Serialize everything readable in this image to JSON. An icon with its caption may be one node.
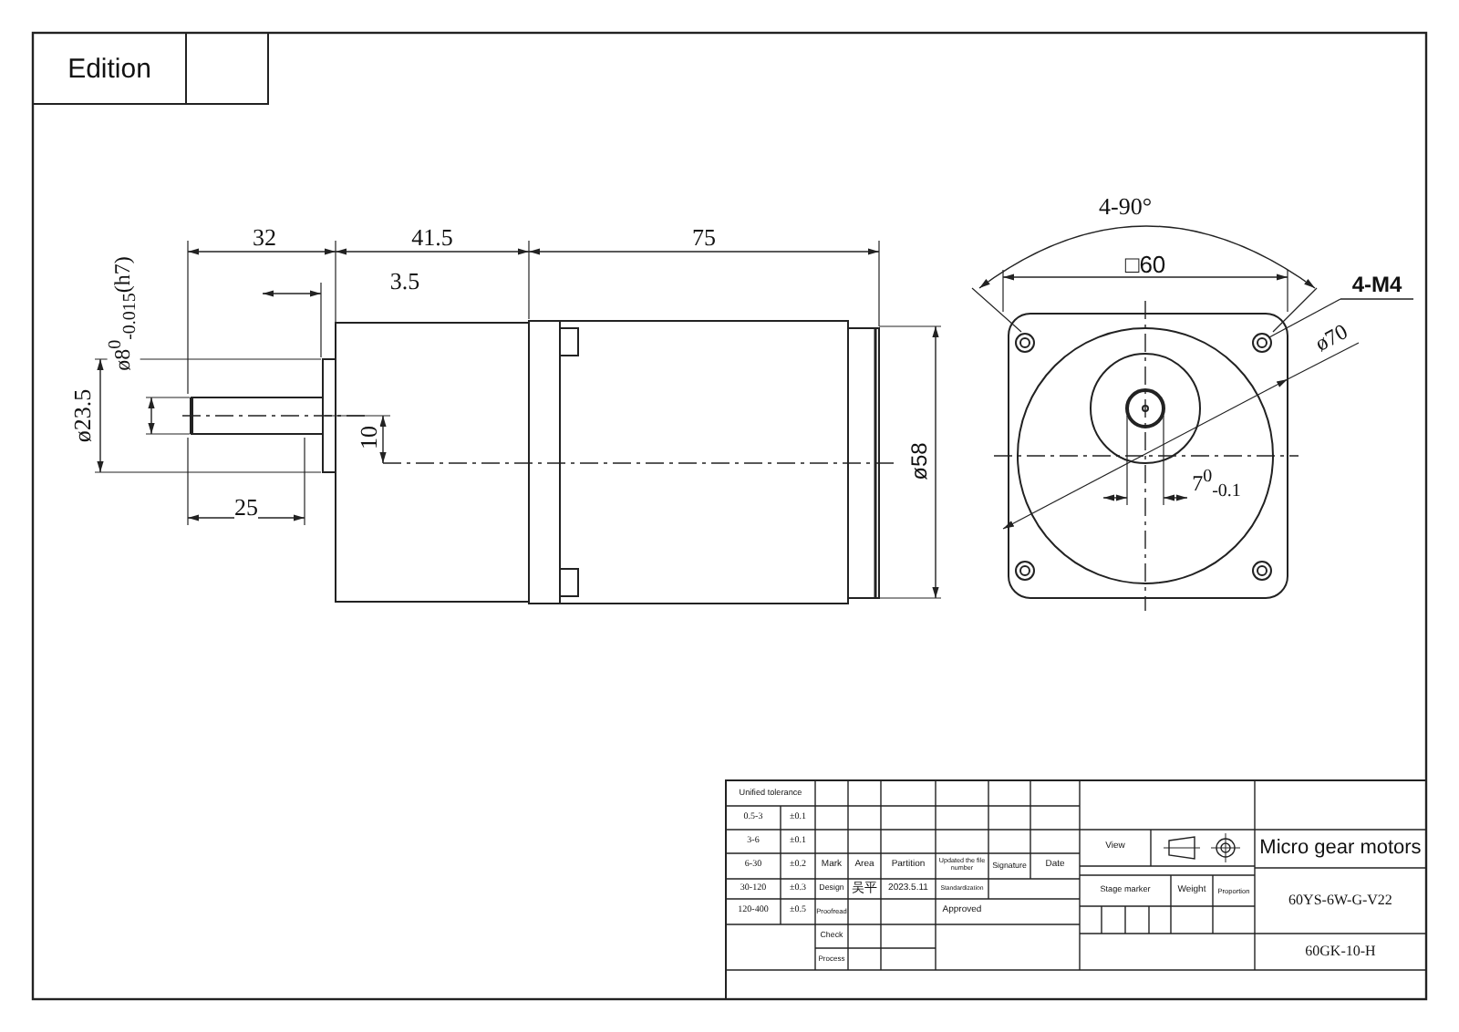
{
  "diagram": {
    "labels": [
      "Edition",
      "4-90°",
      "32",
      "41.5",
      "75",
      "□60",
      "3.5",
      "4-M4",
      "ø8$^{0}$$_{-0.015}$(h7)",
      "ø70",
      "ø23.5",
      "10",
      "ø58",
      "7$^{0}$$_{-0.1}$",
      "25",
      "Unified tolerance",
      "0.5-3",
      "±0.1",
      "3-6",
      "±0.1",
      "6-30",
      "±0.2",
      "Mark",
      "Area",
      "Partition",
      "Updated the file number",
      "Signature",
      "Date",
      "View",
      "Micro gear motors",
      "30-120",
      "±0.3",
      "Design",
      "吴平",
      "2023.5.11",
      "Standardization",
      "Stage marker",
      "Weight",
      "Proportion",
      "120-400",
      "±0.5",
      "Proofread",
      "Approved",
      "60YS-6W-G-V22",
      "Check",
      "Process",
      "60GK-10-H"
    ]
  }
}
